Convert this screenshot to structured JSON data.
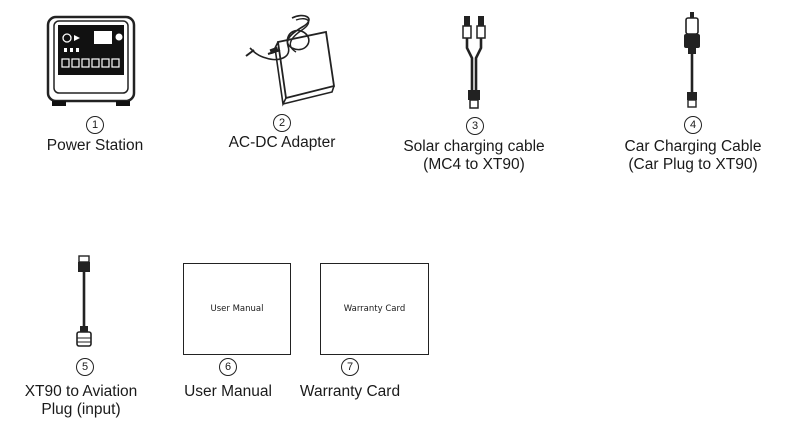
{
  "items": [
    {
      "number": "1",
      "label_lines": [
        "Power Station"
      ]
    },
    {
      "number": "2",
      "label_lines": [
        "AC-DC Adapter"
      ]
    },
    {
      "number": "3",
      "label_lines": [
        "Solar charging cable",
        "(MC4 to XT90)"
      ]
    },
    {
      "number": "4",
      "label_lines": [
        "Car Charging Cable",
        "(Car Plug to XT90)"
      ]
    },
    {
      "number": "5",
      "label_lines": [
        "XT90 to Aviation",
        "Plug (input)"
      ]
    },
    {
      "number": "6",
      "label_lines": [
        "User Manual"
      ],
      "card_text": "User Manual"
    },
    {
      "number": "7",
      "label_lines": [
        "Warranty Card"
      ],
      "card_text": "Warranty Card"
    }
  ]
}
